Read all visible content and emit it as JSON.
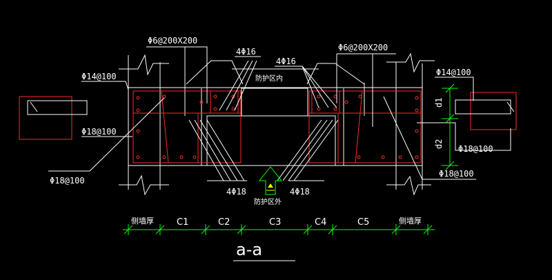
{
  "colors": {
    "background": "#000000",
    "outline": "#ffffff",
    "rebar": "#ff2a2a",
    "dimension": "#00ff00",
    "arrow": "#ffff00",
    "text": "#ffffff"
  },
  "labels": {
    "stirrup_left": "Φ6@200X200",
    "stirrup_right": "Φ6@200X200",
    "bars_top_left": "4Φ16",
    "bars_top_right": "4Φ16",
    "dist_top_left": "Φ14@100",
    "dist_top_right": "Φ14@100",
    "dist_mid_left": "Φ18@100",
    "dist_mid_right": "Φ18@100",
    "dist_bot_left": "Φ18@100",
    "dist_bot_right": "Φ18@100",
    "bars_bot_left": "4Φ18",
    "bars_bot_right": "4Φ18",
    "zone_inner": "防护区内",
    "zone_outer": "防护区外",
    "d1": "d1",
    "d2": "d2"
  },
  "dimensions": [
    "侧墙厚",
    "C1",
    "C2",
    "C3",
    "C4",
    "C5",
    "侧墙厚"
  ],
  "section_title": "a-a"
}
